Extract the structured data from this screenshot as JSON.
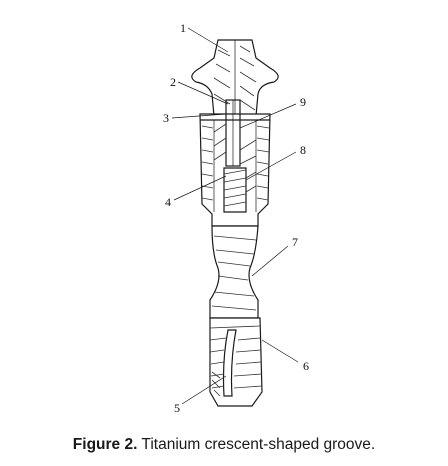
{
  "figure": {
    "labels": [
      "1",
      "2",
      "3",
      "4",
      "5",
      "6",
      "7",
      "8",
      "9"
    ],
    "caption": {
      "prefix": "Figure 2.",
      "text": " Titanium crescent-shaped groove."
    }
  }
}
